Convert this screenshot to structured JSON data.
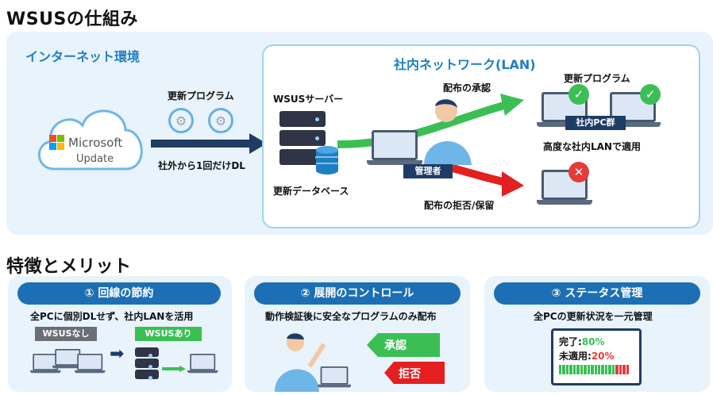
{
  "title": "WSUSの仕組み",
  "internet": {
    "label": "インターネット環境",
    "cloud_brand": "Microsoft",
    "cloud_sub": "Update",
    "update_program": "更新プログラム",
    "download_note": "社外から1回だけDL"
  },
  "lan": {
    "label": "社内ネットワーク(LAN)",
    "server_label": "WSUSサーバー",
    "db_label": "更新データベース",
    "approve_label": "配布の承認",
    "admin_label": "管理者",
    "reject_label": "配布の拒否/保留",
    "update_program": "更新プログラム",
    "pc_group": "社内PC群",
    "apply_note": "高度な社内LANで適用"
  },
  "features_title": "特徴とメリット",
  "features": [
    {
      "title": "① 回線の節約",
      "desc": "全PCに個別DLせず、社内LANを活用",
      "without": "WSUSなし",
      "with": "WSUSあり"
    },
    {
      "title": "② 展開のコントロール",
      "desc": "動作検証後に安全なプログラムのみ配布",
      "approve": "承認",
      "reject": "拒否"
    },
    {
      "title": "③ ステータス管理",
      "desc": "全PCの更新状況を一元管理",
      "done_label": "完了:",
      "done_value": "80%",
      "pending_label": "未適用:",
      "pending_value": "20%"
    }
  ],
  "colors": {
    "accent": "#1d6fb5",
    "approve": "#3bbf55",
    "reject": "#e43b3b",
    "panel": "#e9f3fb"
  }
}
